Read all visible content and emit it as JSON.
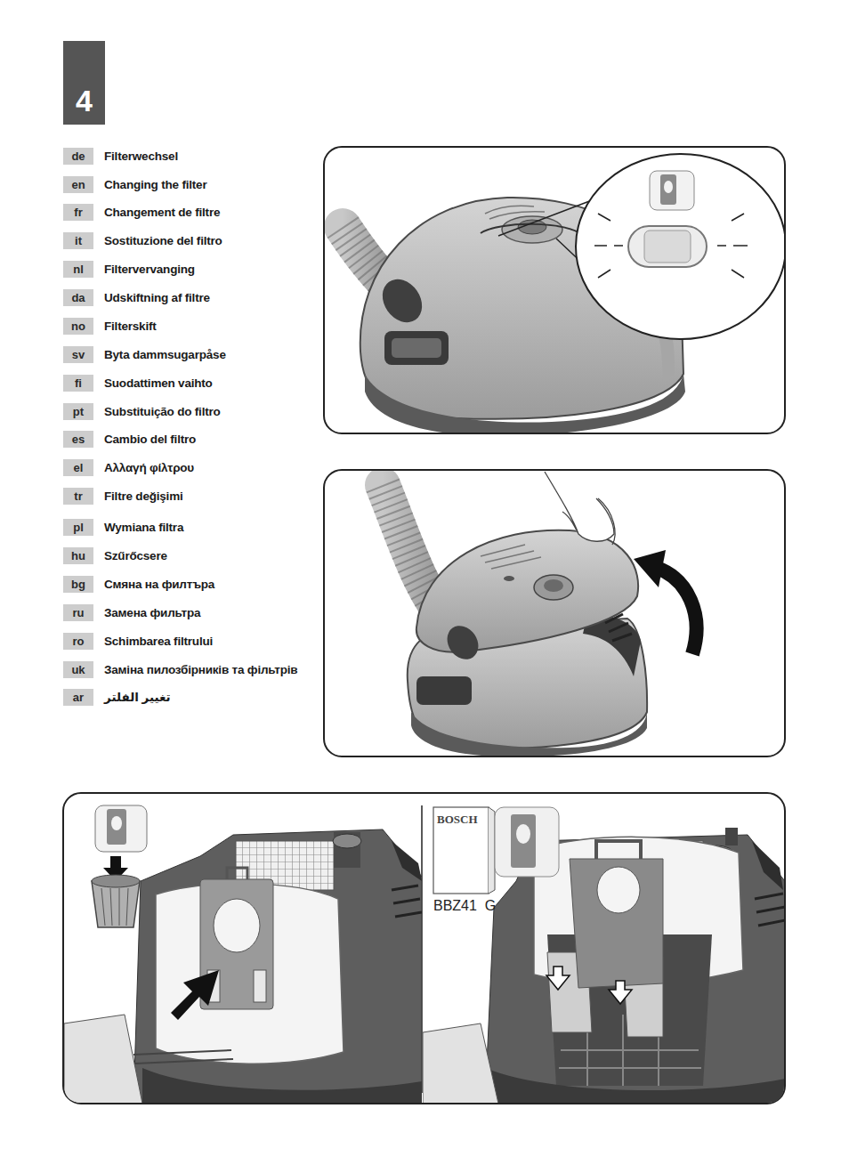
{
  "diagram": {
    "nodes": [
      {
        "text": [
          "4"
        ]
      },
      {
        "text": [
          "de"
        ]
      },
      {
        "text": [
          "en"
        ]
      },
      {
        "text": [
          "fr"
        ]
      },
      {
        "text": [
          "it"
        ]
      },
      {
        "text": [
          "nl"
        ]
      },
      {
        "text": [
          "da"
        ]
      },
      {
        "text": [
          "no"
        ]
      },
      {
        "text": [
          "sv"
        ]
      },
      {
        "text": [
          "fi"
        ]
      },
      {
        "text": [
          "pt"
        ]
      },
      {
        "text": [
          "es"
        ]
      },
      {
        "text": [
          "el"
        ]
      },
      {
        "text": [
          "tr"
        ]
      },
      {
        "text": [
          "pl"
        ]
      },
      {
        "text": [
          "hu"
        ]
      },
      {
        "text": [
          "bg"
        ]
      },
      {
        "text": [
          "ru"
        ]
      },
      {
        "text": [
          "ro"
        ]
      },
      {
        "text": [
          "uk"
        ]
      },
      {
        "text": [
          "ar"
        ]
      }
    ],
    "labels": [
      "Filterwechsel",
      "Changing the filter",
      "Changement de filtre",
      "Sostituzione del filtro",
      "Filtervervanging",
      "Udskiftning af filtre",
      "Filterskift",
      "Byta dammsugarpåse",
      "Suodattimen vaihto",
      "Substituição do filtro",
      "Cambio del filtro",
      "Αλλαγή φίλτρου",
      "Filtre değişimi",
      "Wymiana filtra",
      "Szűrőcsere",
      "Смяна на филтъра",
      "Замена фильтра",
      "Schimbarea filtrului",
      "Заміна пилозбірників та фільтрів",
      "تغيير الفلتر",
      "BOSCH",
      "BBZ41  G"
    ]
  }
}
